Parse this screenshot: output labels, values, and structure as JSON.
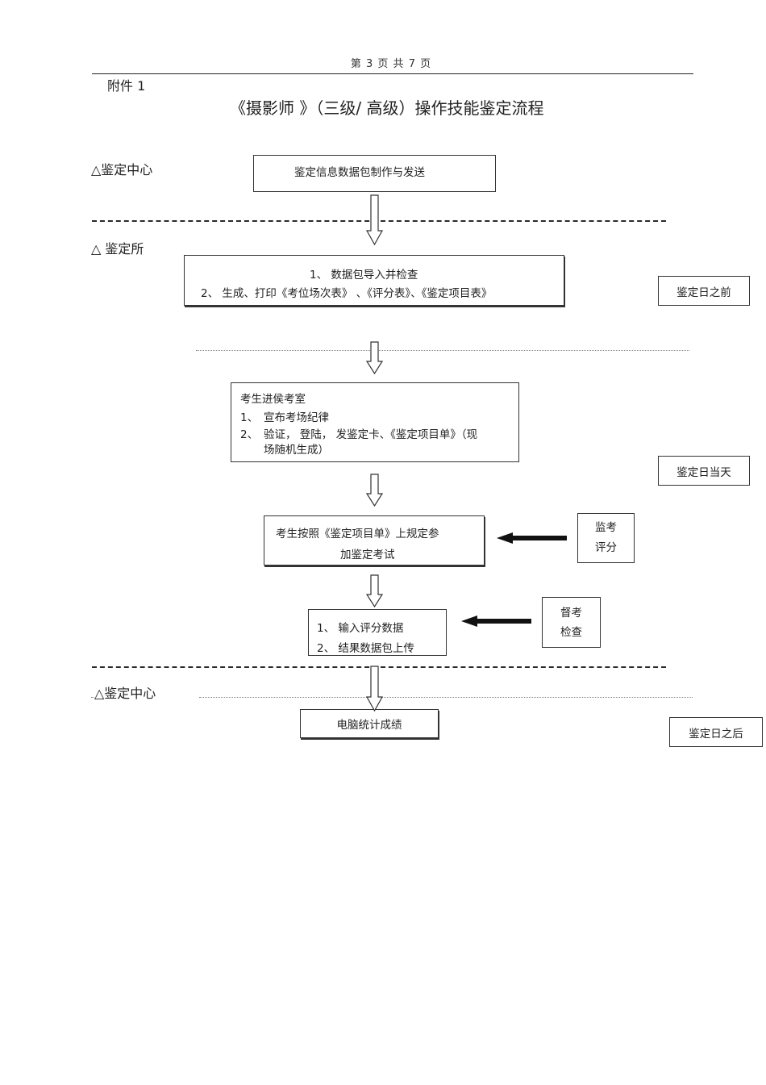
{
  "page_header": "第 3 页 共 7 页",
  "attachment_label": "附件 1",
  "title": "《摄影师 》（三级/ 高级）操作技能鉴定流程",
  "sections": {
    "center_top": "△鉴定中心",
    "institute": "△  鉴定所",
    "center_bottom": "△鉴定中心"
  },
  "steps": {
    "step1": "鉴定信息数据包制作与发送",
    "step2": {
      "line1": "1、  数据包导入并检查",
      "line2": "2、  生成、打印《考位场次表》    、《评分表》、《鉴定项目表》"
    },
    "step3": {
      "heading": "考生进侯考室",
      "item1_num": "1、",
      "item1": "宣布考场纪律",
      "item2_num": "2、",
      "item2_a": "验证， 登陆， 发鉴定卡、《鉴定项目单》（现",
      "item2_b": "场随机生成）"
    },
    "step4": {
      "line1": "考生按照《鉴定项目单》上规定参",
      "line2": "加鉴定考试"
    },
    "step5": {
      "item1": "1、  输入评分数据",
      "item2": "2、  结果数据包上传"
    },
    "step6": "电脑统计成绩"
  },
  "side_boxes": {
    "proctor": {
      "line1": "监考",
      "line2": "评分"
    },
    "supervisor": {
      "line1": "督考",
      "line2": "检查"
    }
  },
  "phase_labels": {
    "before": "鉴定日之前",
    "day_of": "鉴定日当天",
    "after": "鉴定日之后"
  }
}
